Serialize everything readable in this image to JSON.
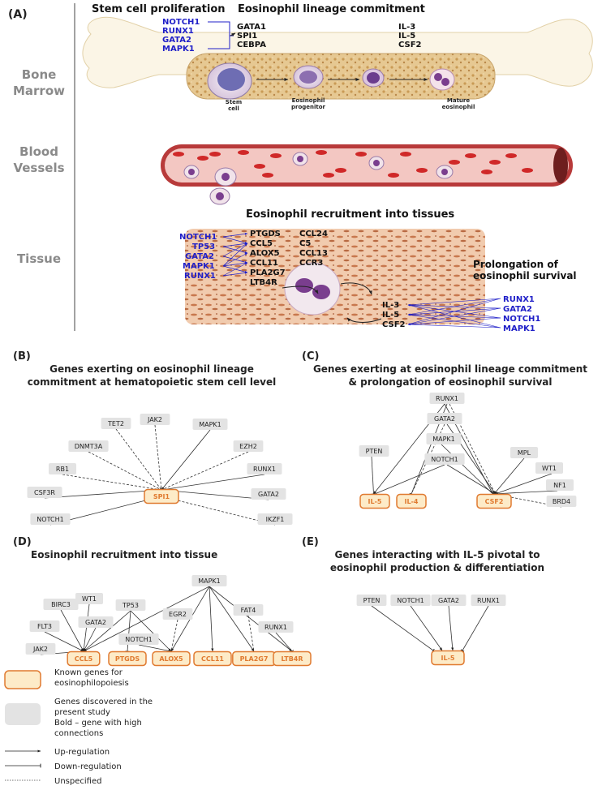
{
  "panelA": {
    "label": "(A)",
    "stem_title": "Stem cell proliferation",
    "commit_title": "Eosinophil lineage commitment",
    "stem_genes": [
      "NOTCH1",
      "RUNX1",
      "GATA2",
      "MAPK1"
    ],
    "commit_genes": [
      "GATA1",
      "SPI1",
      "CEBPA"
    ],
    "cytokines_bm": [
      "IL-3",
      "IL-5",
      "CSF2"
    ],
    "rows": [
      [
        "Bone",
        "Marrow"
      ],
      [
        "Blood",
        "Vessels"
      ],
      [
        "Tissue"
      ]
    ],
    "cells": [
      "Stem\ncell",
      "Eosinophil\nprogenitor",
      "Mature\neosinophil"
    ],
    "recruit_title": "Eosinophil recruitment  into tissues",
    "recruit_regulators": [
      "NOTCH1",
      "TP53",
      "GATA2",
      "MAPK1",
      "RUNX1"
    ],
    "recruit_targets_col1": [
      "PTGDS",
      "CCL5",
      "ALOX5",
      "CCL11",
      "PLA2G7",
      "LTB4R"
    ],
    "recruit_targets_col2": [
      "CCL24",
      "C5",
      "CCL13",
      "CCR3"
    ],
    "survival_title": [
      "Prolongation of",
      "eosinophil survival"
    ],
    "survival_cytokines": [
      "IL-3",
      "IL-5",
      "CSF2"
    ],
    "survival_regulators": [
      "RUNX1",
      "GATA2",
      "NOTCH1",
      "MAPK1"
    ]
  },
  "panelB": {
    "label": "(B)",
    "title": [
      "Genes exerting on eosinophil lineage",
      "commitment at hematopoietic stem cell level"
    ],
    "target": "SPI1",
    "genes": [
      "TET2",
      "JAK2",
      "MAPK1",
      "DNMT3A",
      "EZH2",
      "RB1",
      "RUNX1",
      "CSF3R",
      "GATA2",
      "NOTCH1",
      "IKZF1"
    ]
  },
  "panelC": {
    "label": "(C)",
    "title": [
      "Genes exerting at eosinophil lineage commitment",
      "& prolongation of eosinophil survival"
    ],
    "genes": [
      "RUNX1",
      "GATA2",
      "MAPK1",
      "PTEN",
      "NOTCH1",
      "MPL",
      "WT1",
      "NF1",
      "BRD4"
    ],
    "targets": [
      "IL-5",
      "IL-4",
      "CSF2"
    ]
  },
  "panelD": {
    "label": "(D)",
    "title": "Eosinophil recruitment into tissue",
    "genes": [
      "MAPK1",
      "WT1",
      "BIRC3",
      "TP53",
      "FAT4",
      "EGR2",
      "GATA2",
      "NOTCH1",
      "FLT3",
      "RUNX1",
      "JAK2"
    ],
    "targets": [
      "CCL5",
      "PTGDS",
      "ALOX5",
      "CCL11",
      "PLA2G7",
      "LTB4R"
    ]
  },
  "panelE": {
    "label": "(E)",
    "title": [
      "Genes interacting with IL-5 pivotal to",
      "eosinophil production & differentiation"
    ],
    "genes": [
      "PTEN",
      "NOTCH1",
      "GATA2",
      "RUNX1"
    ],
    "target": "IL-5"
  },
  "legend": {
    "known": [
      "Known genes for",
      "eosinophilopoiesis"
    ],
    "discovered": [
      "Genes discovered in the",
      "present study",
      "Bold – gene with high",
      "connections"
    ],
    "up": "Up-regulation",
    "down": "Down-regulation",
    "unspecified": "Unspecified"
  },
  "colors": {
    "known_fill": "#FDEBC8",
    "known_stroke": "#E07A30",
    "known_text": "#E07A30",
    "gene_fill": "#E3E3E3",
    "regulator_text": "#1F1FC8",
    "row_label": "#8A8A8A"
  }
}
